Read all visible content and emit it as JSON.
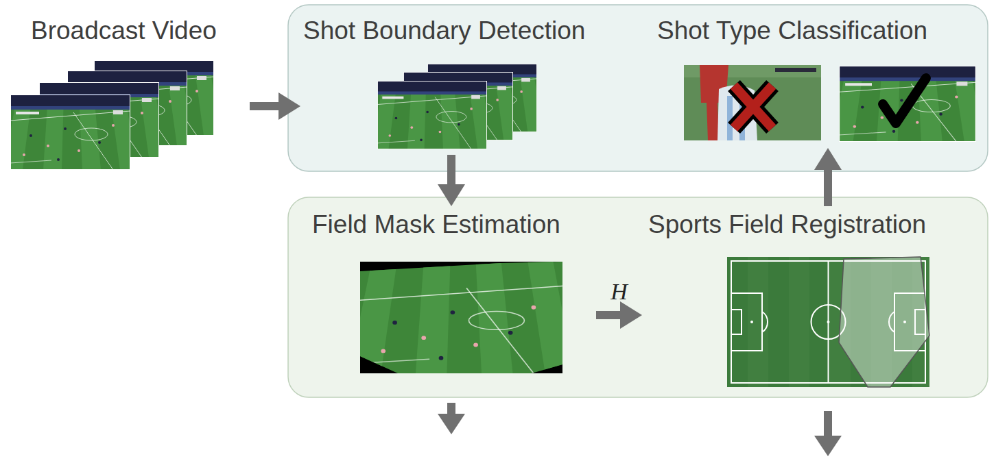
{
  "diagram": {
    "nodes": [
      {
        "text": [
          "Broadcast Video"
        ]
      },
      {
        "text": [
          "Shot Boundary Detection"
        ]
      },
      {
        "text": [
          "Shot Type Classification"
        ]
      },
      {
        "text": [
          "Field Mask Estimation"
        ]
      },
      {
        "text": [
          "Sports Field Registration"
        ]
      }
    ],
    "edges": [
      {
        "from": 0,
        "to": 1,
        "arrow": "to"
      },
      {
        "from": 1,
        "to": 3,
        "arrow": "to"
      },
      {
        "from": 3,
        "to": 4,
        "label": "H",
        "arrow": "to"
      },
      {
        "from": 4,
        "to": 2,
        "arrow": "to"
      }
    ]
  }
}
